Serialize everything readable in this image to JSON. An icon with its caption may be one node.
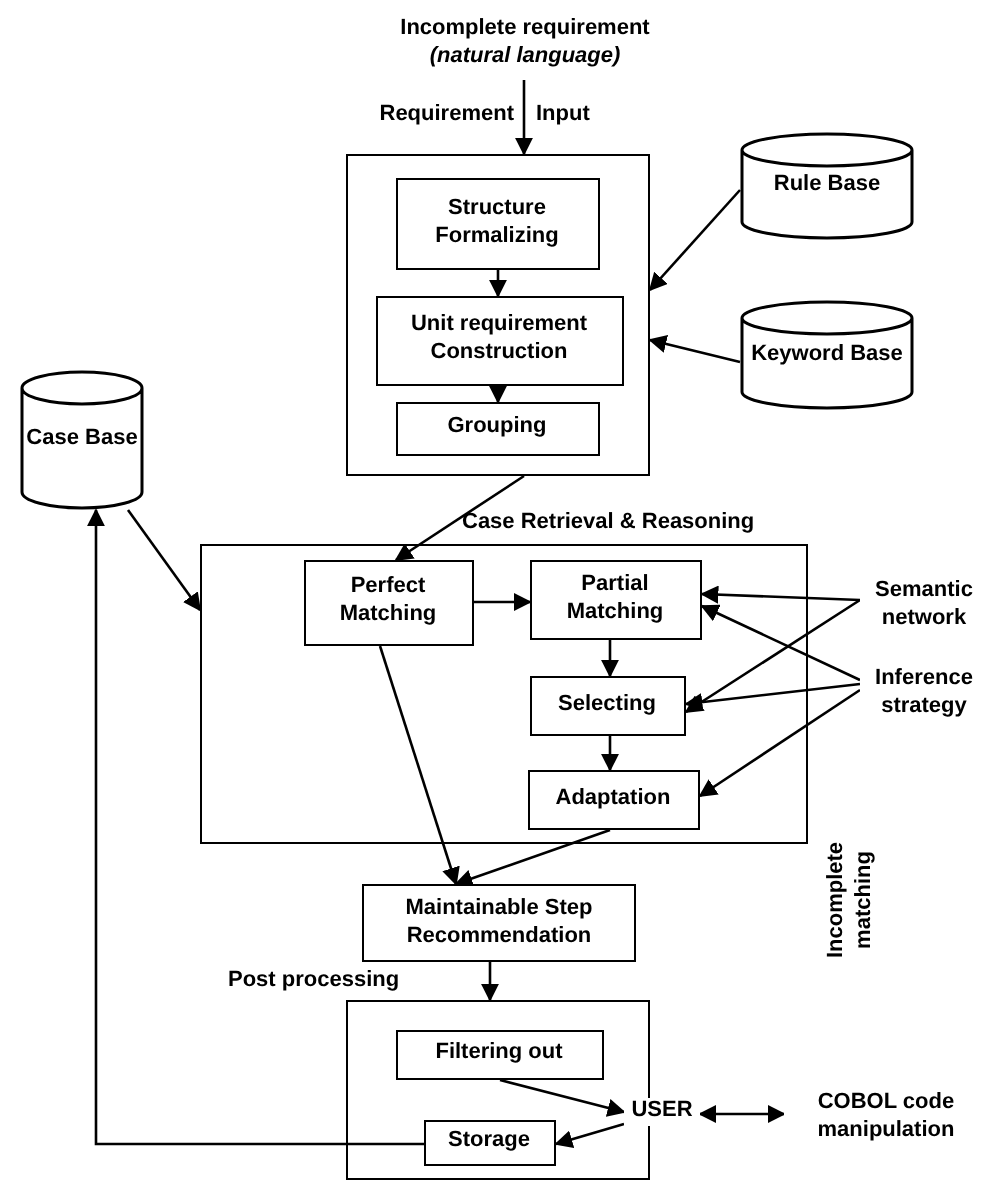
{
  "diagram": {
    "nodes": [
      {
        "text": [
          "Incomplete requirement",
          "(natural language)"
        ]
      },
      {
        "text": [],
        "shape": "box"
      },
      {
        "text": [
          "Structure Formalizing"
        ],
        "in": 1
      },
      {
        "text": [
          "Unit requirement Construction"
        ],
        "in": 1
      },
      {
        "text": [
          "Grouping"
        ],
        "in": 1
      },
      {
        "text": [
          "Rule Base"
        ]
      },
      {
        "text": [
          "Keyword Base"
        ]
      },
      {
        "text": [
          "Case Base"
        ]
      },
      {
        "text": [
          "Case Retrieval & Reasoning"
        ]
      },
      {
        "text": [
          "Perfect Matching"
        ],
        "in": 8
      },
      {
        "text": [
          "Partial Matching"
        ],
        "in": 8
      },
      {
        "text": [
          "Selecting"
        ],
        "in": 8
      },
      {
        "text": [
          "Adaptation"
        ],
        "in": 8
      },
      {
        "text": [
          "Semantic network"
        ]
      },
      {
        "text": [
          "Inference strategy"
        ]
      },
      {
        "text": [
          "Maintainable Step Recommendation"
        ]
      },
      {
        "text": [
          "Post processing"
        ]
      },
      {
        "text": [
          "Filtering out"
        ],
        "in": 16
      },
      {
        "text": [
          "USER"
        ]
      },
      {
        "text": [
          "Storage"
        ],
        "in": 16
      },
      {
        "text": [
          "COBOL code manipulation"
        ]
      }
    ],
    "edges": [
      {
        "from": 0,
        "to": 1,
        "arrow": "to"
      },
      {
        "from": 2,
        "to": 3,
        "arrow": "to"
      },
      {
        "from": 3,
        "to": 4,
        "arrow": "to"
      },
      {
        "from": 5,
        "to": 1,
        "arrow": "to"
      },
      {
        "from": 6,
        "to": 1,
        "arrow": "to"
      },
      {
        "from": 1,
        "to": 9,
        "arrow": "to"
      },
      {
        "from": 7,
        "to": 8,
        "arrow": "to"
      },
      {
        "from": 9,
        "to": 10,
        "arrow": "to"
      },
      {
        "from": 10,
        "to": 11,
        "arrow": "to"
      },
      {
        "from": 11,
        "to": 12,
        "arrow": "to"
      },
      {
        "from": 13,
        "to": 10,
        "arrow": "to"
      },
      {
        "from": 13,
        "to": 11,
        "arrow": "to"
      },
      {
        "from": 14,
        "to": 10,
        "arrow": "to"
      },
      {
        "from": 14,
        "to": 11,
        "arrow": "to"
      },
      {
        "from": 14,
        "to": 12,
        "arrow": "to"
      },
      {
        "from": 9,
        "to": 15,
        "arrow": "to"
      },
      {
        "from": 12,
        "to": 15,
        "arrow": "to"
      },
      {
        "from": 15,
        "to": 16,
        "arrow": "to"
      },
      {
        "from": 17,
        "to": 18,
        "arrow": "to"
      },
      {
        "from": 18,
        "to": 19,
        "arrow": "to"
      },
      {
        "from": 19,
        "to": 7,
        "arrow": "to"
      },
      {
        "from": 18,
        "to": 20,
        "arrow": "both"
      }
    ],
    "labels": [
      "Requirement",
      "Input",
      "Incomplete matching"
    ]
  }
}
